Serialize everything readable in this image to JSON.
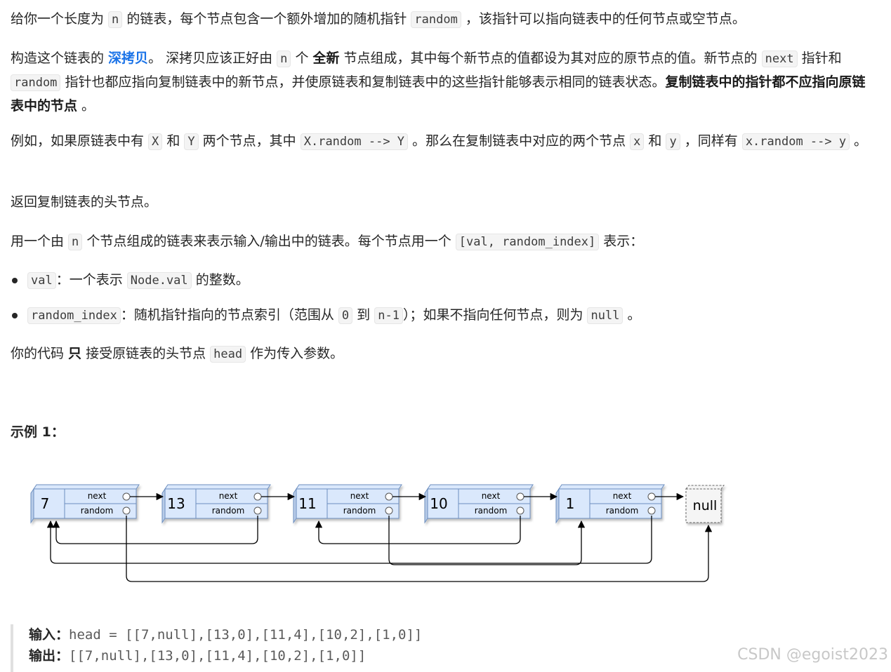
{
  "p1": {
    "t1": "给你一个长度为 ",
    "c1": "n",
    "t2": " 的链表，每个节点包含一个额外增加的随机指针 ",
    "c2": "random",
    "t3": " ，该指针可以指向链表中的任何节点或空节点。"
  },
  "p2": {
    "t1": "构造这个链表的 ",
    "link": "深拷贝",
    "t2": "。 深拷贝应该正好由 ",
    "c1": "n",
    "t3": " 个 ",
    "b1": "全新",
    "t4": " 节点组成，其中每个新节点的值都设为其对应的原节点的值。新节点的 ",
    "c2": "next",
    "t5": " 指针和 ",
    "c3": "random",
    "t6": " 指针也都应指向复制链表中的新节点，并使原链表和复制链表中的这些指针能够表示相同的链表状态。",
    "b2": "复制链表中的指针都不应指向原链表中的节点",
    "t7": " 。"
  },
  "p3": {
    "t1": "例如，如果原链表中有 ",
    "c1": "X",
    "t2": " 和 ",
    "c2": "Y",
    "t3": " 两个节点，其中 ",
    "c3": "X.random --> Y",
    "t4": " 。那么在复制链表中对应的两个节点 ",
    "c4": "x",
    "t5": " 和 ",
    "c5": "y",
    "t6": " ，同样有 ",
    "c6": "x.random --> y",
    "t7": " 。"
  },
  "p4": {
    "t1": "返回复制链表的头节点。"
  },
  "p5": {
    "t1": "用一个由 ",
    "c1": "n",
    "t2": " 个节点组成的链表来表示输入/输出中的链表。每个节点用一个 ",
    "c2": "[val, random_index]",
    "t3": " 表示："
  },
  "li1": {
    "c1": "val",
    "t1": "：一个表示 ",
    "c2": "Node.val",
    "t2": " 的整数。"
  },
  "li2": {
    "c1": "random_index",
    "t1": "：随机指针指向的节点索引（范围从 ",
    "c2": "0",
    "t2": " 到 ",
    "c3": "n-1",
    "t3": "）；如果不指向任何节点，则为 ",
    "c4": "null",
    "t4": " 。"
  },
  "p6": {
    "t1": "你的代码 ",
    "b1": "只",
    "t2": " 接受原链表的头节点 ",
    "c1": "head",
    "t3": " 作为传入参数。"
  },
  "example_title": "示例 1：",
  "diagram": {
    "nodes": [
      {
        "val": "7",
        "next_label": "next",
        "random_label": "random"
      },
      {
        "val": "13",
        "next_label": "next",
        "random_label": "random"
      },
      {
        "val": "11",
        "next_label": "next",
        "random_label": "random"
      },
      {
        "val": "10",
        "next_label": "next",
        "random_label": "random"
      },
      {
        "val": "1",
        "next_label": "next",
        "random_label": "random"
      }
    ],
    "null_label": "null",
    "colors": {
      "node_fill": "#dae8fc",
      "node_stroke": "#6c8ebf",
      "null_fill": "#f5f5f5",
      "null_stroke": "#666666"
    }
  },
  "io": {
    "input_label": "输入：",
    "input_value": "head = [[7,null],[13,0],[11,4],[10,2],[1,0]]",
    "output_label": "输出：",
    "output_value": "[[7,null],[13,0],[11,4],[10,2],[1,0]]"
  },
  "watermark": "CSDN @egoist2023"
}
